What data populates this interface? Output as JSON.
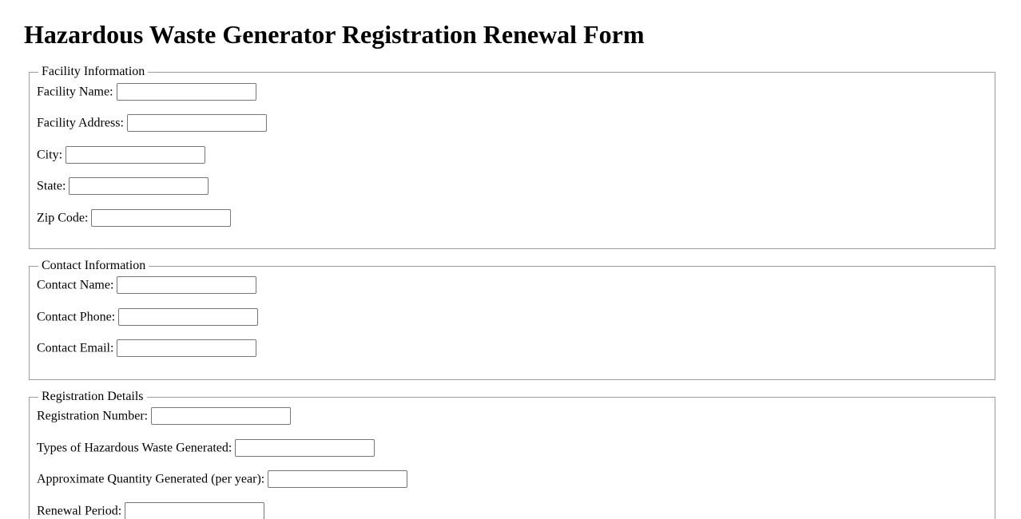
{
  "page": {
    "title": "Hazardous Waste Generator Registration Renewal Form"
  },
  "colors": {
    "background": "#ffffff",
    "text": "#000000",
    "fieldset_border": "#9c9c9c",
    "input_border": "#767676",
    "input_bg": "#ffffff"
  },
  "form": {
    "sections": [
      {
        "id": "facility-information",
        "legend": "Facility Information",
        "fields": [
          {
            "id": "facility-name",
            "label": "Facility Name:",
            "value": ""
          },
          {
            "id": "facility-address",
            "label": "Facility Address:",
            "value": ""
          },
          {
            "id": "city",
            "label": "City:",
            "value": ""
          },
          {
            "id": "state",
            "label": "State:",
            "value": ""
          },
          {
            "id": "zip-code",
            "label": "Zip Code:",
            "value": ""
          }
        ]
      },
      {
        "id": "contact-information",
        "legend": "Contact Information",
        "fields": [
          {
            "id": "contact-name",
            "label": "Contact Name:",
            "value": ""
          },
          {
            "id": "contact-phone",
            "label": "Contact Phone:",
            "value": ""
          },
          {
            "id": "contact-email",
            "label": "Contact Email:",
            "value": ""
          }
        ]
      },
      {
        "id": "registration-details",
        "legend": "Registration Details",
        "fields": [
          {
            "id": "registration-number",
            "label": "Registration Number:",
            "value": ""
          },
          {
            "id": "waste-types",
            "label": "Types of Hazardous Waste Generated:",
            "value": ""
          },
          {
            "id": "quantity-generated",
            "label": "Approximate Quantity Generated (per year):",
            "value": ""
          },
          {
            "id": "renewal-period",
            "label": "Renewal Period:",
            "value": ""
          }
        ]
      }
    ]
  }
}
